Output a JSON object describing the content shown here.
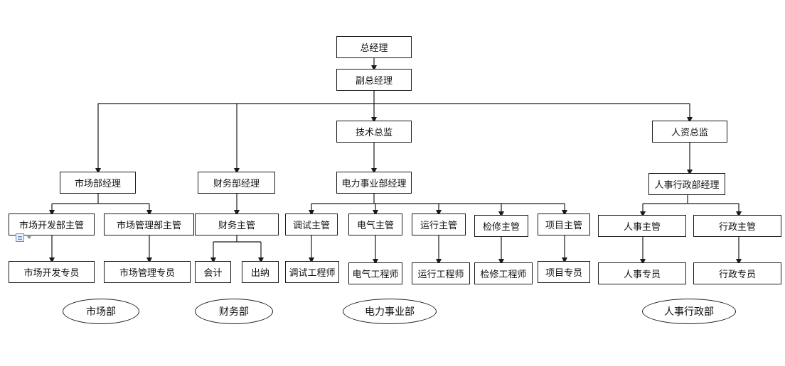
{
  "nodes": {
    "gm": "总经理",
    "dgm": "副总经理",
    "tech_director": "技术总监",
    "hr_director": "人资总监",
    "market_mgr": "市场部经理",
    "finance_mgr": "财务部经理",
    "power_mgr": "电力事业部经理",
    "hr_admin_mgr": "人事行政部经理",
    "market_dev_sup": "市场开发部主管",
    "market_mgmt_sup": "市场管理部主管",
    "finance_sup": "财务主管",
    "debug_sup": "调试主管",
    "electric_sup": "电气主管",
    "operation_sup": "运行主管",
    "maintenance_sup": "检修主管",
    "project_sup": "项目主管",
    "hr_sup": "人事主管",
    "admin_sup": "行政主管",
    "market_dev_spec": "市场开发专员",
    "market_mgmt_spec": "市场管理专员",
    "accountant": "会计",
    "cashier": "出纳",
    "debug_eng": "调试工程师",
    "electric_eng": "电气工程师",
    "operation_eng": "运行工程师",
    "maintenance_eng": "检修工程师",
    "project_spec": "项目专员",
    "hr_spec": "人事专员",
    "admin_spec": "行政专员"
  },
  "departments": {
    "market": "市场部",
    "finance": "财务部",
    "power": "电力事业部",
    "hr_admin": "人事行政部"
  },
  "icons": {
    "floating": "document-options-icon"
  },
  "colors": {
    "line": "#1a1a1a",
    "box_border": "#1a1a1a",
    "background": "#ffffff"
  }
}
